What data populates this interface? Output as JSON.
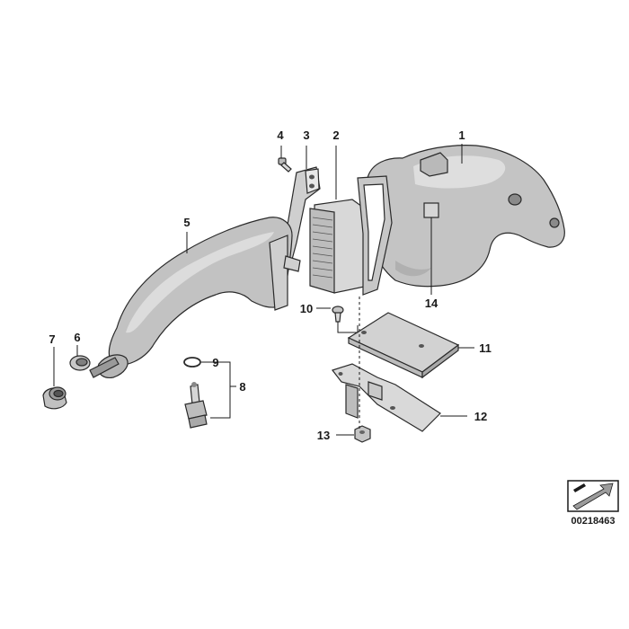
{
  "diagram": {
    "callouts": [
      {
        "id": "1",
        "label": "1"
      },
      {
        "id": "2",
        "label": "2"
      },
      {
        "id": "3",
        "label": "3"
      },
      {
        "id": "4",
        "label": "4"
      },
      {
        "id": "5",
        "label": "5"
      },
      {
        "id": "6",
        "label": "6"
      },
      {
        "id": "7",
        "label": "7"
      },
      {
        "id": "8",
        "label": "8"
      },
      {
        "id": "9",
        "label": "9"
      },
      {
        "id": "10",
        "label": "10"
      },
      {
        "id": "11",
        "label": "11"
      },
      {
        "id": "12",
        "label": "12"
      },
      {
        "id": "13",
        "label": "13"
      },
      {
        "id": "14",
        "label": "14"
      }
    ],
    "document_id": "00218463",
    "colors": {
      "part_fill": "#c9c9c9",
      "part_fill_light": "#e2e2e2",
      "part_fill_dark": "#a9a9a9",
      "line": "#1a1a1a"
    }
  }
}
